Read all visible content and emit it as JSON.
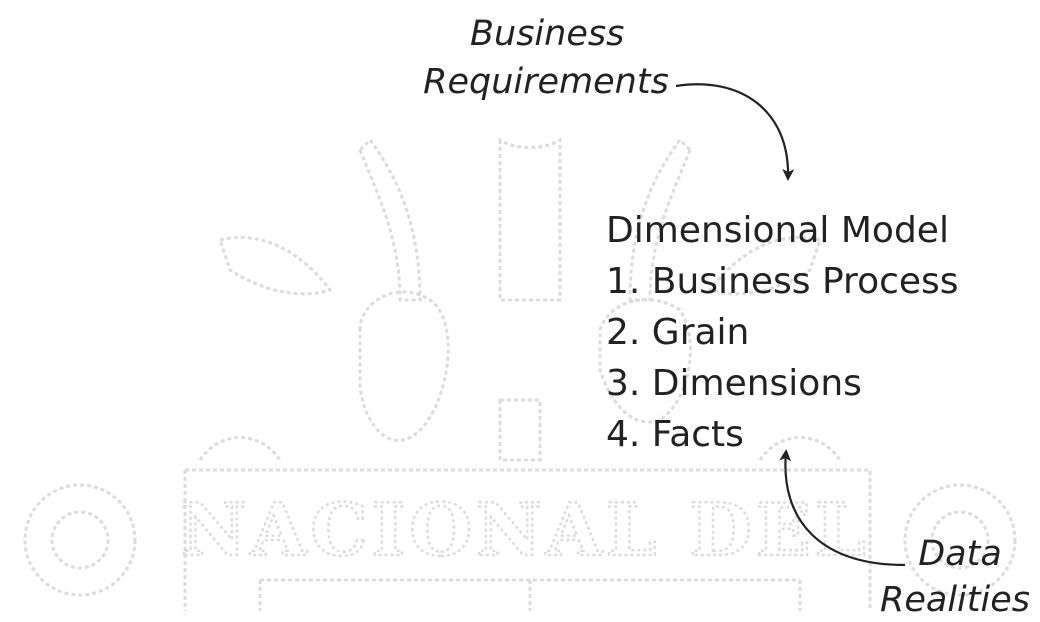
{
  "labels": {
    "business_requirements": [
      "Business",
      "Requirements"
    ],
    "data_realities": [
      "Data",
      "Realities"
    ]
  },
  "model": {
    "title": "Dimensional Model",
    "steps": [
      "1. Business Process",
      "2. Grain",
      "3. Dimensions",
      "4. Facts"
    ]
  },
  "watermark": {
    "text": "NACIONAL DEL"
  },
  "colors": {
    "text": "#222222",
    "watermark": "#dcdcdc"
  }
}
